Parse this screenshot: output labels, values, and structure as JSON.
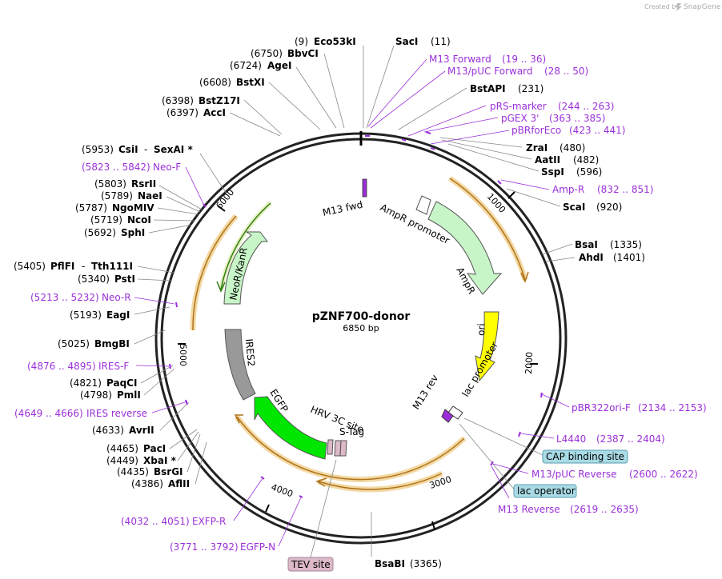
{
  "brand": {
    "created_by": "Created by",
    "app": "SnapGene"
  },
  "plasmid": {
    "name": "pZNF700-donor",
    "length": "6850 bp"
  },
  "ticks": [
    "1000",
    "2000",
    "3000",
    "4000",
    "5000",
    "6000"
  ],
  "enzymes": [
    {
      "pos": "(9)",
      "name": "Eco53kI"
    },
    {
      "pos": "(11)",
      "name": "SacI"
    },
    {
      "pos": "(6750)",
      "name": "BbvCI"
    },
    {
      "pos": "(6724)",
      "name": "AgeI"
    },
    {
      "pos": "(6608)",
      "name": "BstXI"
    },
    {
      "pos": "(6398)",
      "name": "BstZ17I"
    },
    {
      "pos": "(6397)",
      "name": "AccI"
    },
    {
      "pos": "(231)",
      "name": "BstAPI"
    },
    {
      "pos": "(5953)",
      "name": "CsiI",
      "name2": "SexAI *"
    },
    {
      "pos": "(480)",
      "name": "ZraI"
    },
    {
      "pos": "(482)",
      "name": "AatII"
    },
    {
      "pos": "(596)",
      "name": "SspI"
    },
    {
      "pos": "(5803)",
      "name": "RsrII"
    },
    {
      "pos": "(5789)",
      "name": "NaeI"
    },
    {
      "pos": "(5787)",
      "name": "NgoMIV"
    },
    {
      "pos": "(5719)",
      "name": "NcoI"
    },
    {
      "pos": "(5692)",
      "name": "SphI"
    },
    {
      "pos": "(920)",
      "name": "ScaI"
    },
    {
      "pos": "(1335)",
      "name": "BsaI"
    },
    {
      "pos": "(1401)",
      "name": "AhdI"
    },
    {
      "pos": "(5405)",
      "name": "PflFI",
      "name2": "Tth111I"
    },
    {
      "pos": "(5340)",
      "name": "PstI"
    },
    {
      "pos": "(5193)",
      "name": "EagI"
    },
    {
      "pos": "(5025)",
      "name": "BmgBI"
    },
    {
      "pos": "(4821)",
      "name": "PaqCI"
    },
    {
      "pos": "(4798)",
      "name": "PmlI"
    },
    {
      "pos": "(4633)",
      "name": "AvrII"
    },
    {
      "pos": "(4465)",
      "name": "PacI"
    },
    {
      "pos": "(4449)",
      "name": "XbaI *"
    },
    {
      "pos": "(4435)",
      "name": "BsrGI"
    },
    {
      "pos": "(4386)",
      "name": "AflII"
    },
    {
      "pos": "(3365)",
      "name": "BsaBI"
    }
  ],
  "primers": [
    {
      "name": "M13 Forward",
      "range": "(19 .. 36)"
    },
    {
      "name": "M13/pUC Forward",
      "range": "(28 .. 50)"
    },
    {
      "name": "pRS-marker",
      "range": "(244 .. 263)"
    },
    {
      "name": "pGEX 3'",
      "range": "(363 .. 385)"
    },
    {
      "name": "pBRforEco",
      "range": "(423 .. 441)"
    },
    {
      "name": "Neo-F",
      "range": "(5823 .. 5842)"
    },
    {
      "name": "Amp-R",
      "range": "(832 .. 851)"
    },
    {
      "name": "Neo-R",
      "range": "(5213 .. 5232)"
    },
    {
      "name": "IRES-F",
      "range": "(4876 .. 4895)"
    },
    {
      "name": "IRES reverse",
      "range": "(4649 .. 4666)"
    },
    {
      "name": "pBR322ori-F",
      "range": "(2134 .. 2153)"
    },
    {
      "name": "L4440",
      "range": "(2387 .. 2404)"
    },
    {
      "name": "M13/pUC Reverse",
      "range": "(2600 .. 2622)"
    },
    {
      "name": "M13 Reverse",
      "range": "(2619 .. 2635)"
    },
    {
      "name": "EXFP-R",
      "range": "(4032 .. 4051)"
    },
    {
      "name": "EGFP-N",
      "range": "(3771 .. 3792)"
    }
  ],
  "features": {
    "m13fwd": "M13 fwd",
    "ampr_promoter": "AmpR promoter",
    "ampr": "AmpR",
    "ori": "ori",
    "lac_promoter": "lac promoter",
    "m13rev": "M13 rev",
    "neor": "NeoR/KanR",
    "ires2": "IRES2",
    "egfp": "EGFP",
    "hrv3c": "HRV 3C site",
    "stag": "S-Tag"
  },
  "boxed": {
    "cap": "CAP binding site",
    "lac_operator": "lac operator",
    "tev": "TEV site"
  },
  "colors": {
    "primer": "#9b30d9",
    "ampr": "#c8f5c8",
    "ori": "#ffff00",
    "egfp": "#00e600",
    "ires": "#999999",
    "orf": "#e8a33c",
    "cap_box": "#a9dbe6",
    "tev_box": "#dcb8c8"
  }
}
